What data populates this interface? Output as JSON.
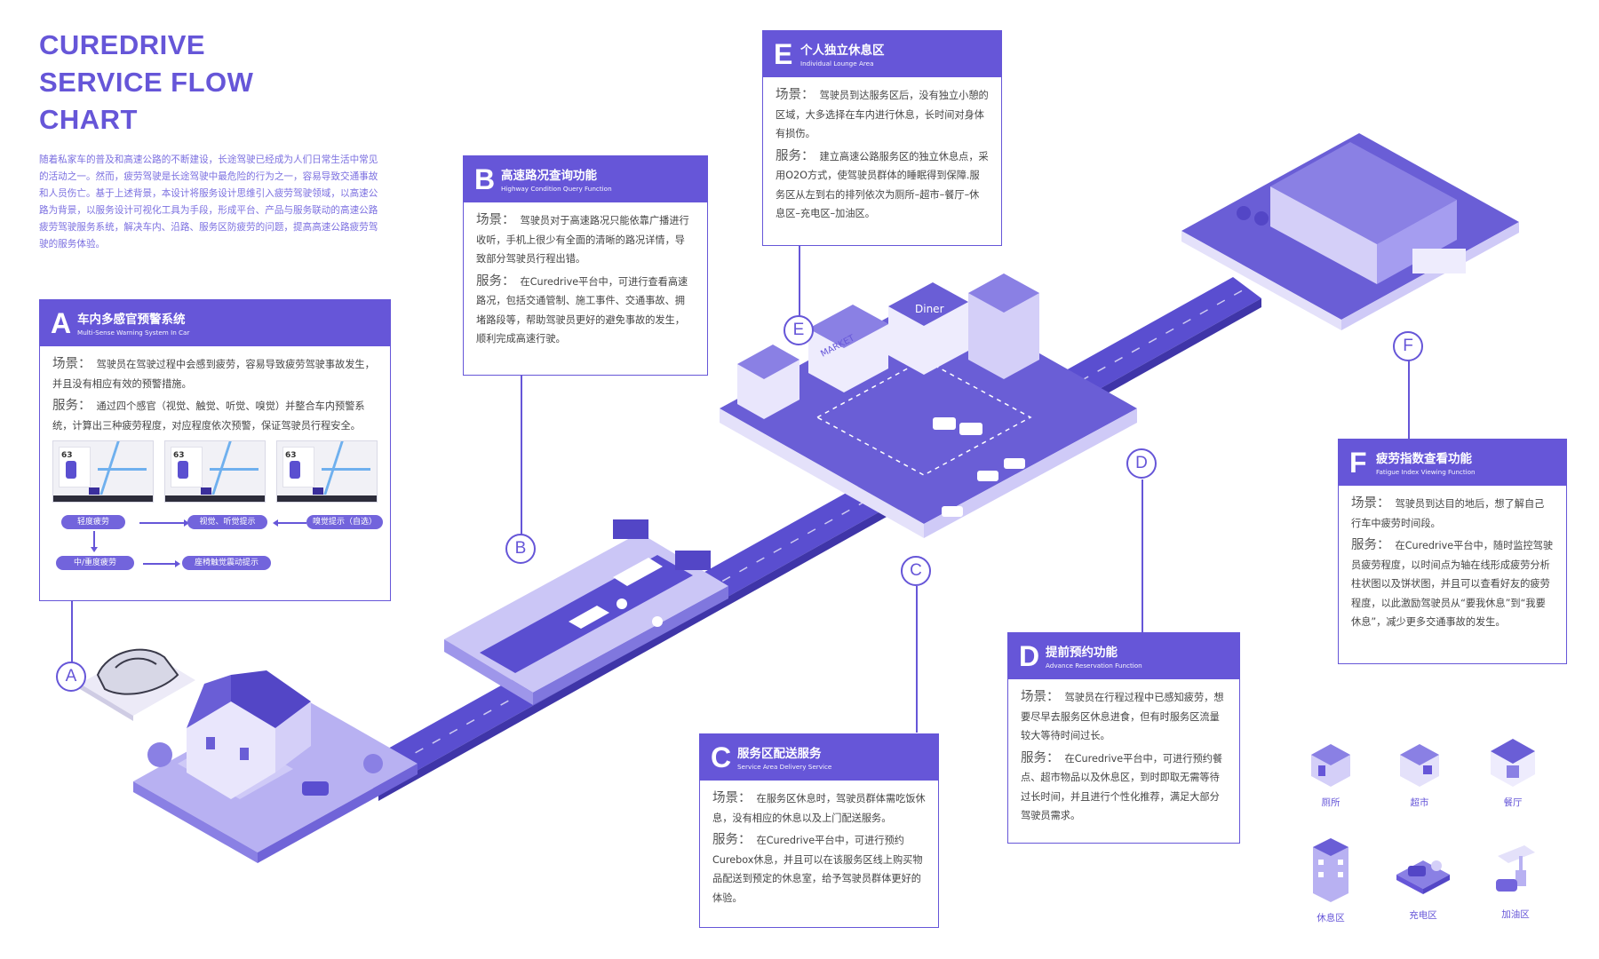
{
  "title_lines": [
    "CUREDRIVE",
    "SERVICE FLOW",
    "CHART"
  ],
  "intro": "随着私家车的普及和高速公路的不断建设，长途驾驶已经成为人们日常生活中常见的活动之一。然而，疲劳驾驶是长途驾驶中最危险的行为之一，容易导致交通事故和人员伤亡。基于上述背景，本设计将服务设计思维引入疲劳驾驶领域，以高速公路为背景，以服务设计可视化工具为手段，形成平台、产品与服务联动的高速公路疲劳驾驶服务系统，解决车内、沿路、服务区防疲劳的问题，提高高速公路疲劳驾驶的服务体验。",
  "labels": {
    "scene": "场景：",
    "service": "服务："
  },
  "cards": {
    "A": {
      "letter": "A",
      "title_cn": "车内多感官预警系统",
      "title_en": "Multi-Sense Warning System In Car",
      "scene": "驾驶员在驾驶过程中会感到疲劳，容易导致疲劳驾驶事故发生，并且没有相应有效的预警措施。",
      "service": "通过四个感官（视觉、触觉、听觉、嗅觉）并整合车内预警系统，计算出三种疲劳程度，对应程度依次预警，保证驾驶员行程安全。",
      "screen_values": [
        "63",
        "63",
        "63"
      ],
      "flow": {
        "light": "轻度疲劳",
        "visual": "视觉、听觉提示",
        "smell": "嗅觉提示（自选）",
        "medium": "中/重度疲劳",
        "seat": "座椅触觉震动提示"
      }
    },
    "B": {
      "letter": "B",
      "title_cn": "高速路况查询功能",
      "title_en": "Highway Condition Query Function",
      "scene": "驾驶员对于高速路况只能依靠广播进行收听，手机上很少有全面的清晰的路况详情，导致部分驾驶员行程出错。",
      "service": "在Curedrive平台中，可进行查看高速路况，包括交通管制、施工事件、交通事故、拥堵路段等，帮助驾驶员更好的避免事故的发生，顺利完成高速行驶。"
    },
    "C": {
      "letter": "C",
      "title_cn": "服务区配送服务",
      "title_en": "Service Area Delivery Service",
      "scene": "在服务区休息时，驾驶员群体需吃饭休息，没有相应的休息以及上门配送服务。",
      "service": "在Curedrive平台中，可进行预约Curebox休息，并且可以在该服务区线上购买物品配送到预定的休息室，给予驾驶员群体更好的体验。"
    },
    "D": {
      "letter": "D",
      "title_cn": "提前预约功能",
      "title_en": "Advance Reservation Function",
      "scene": "驾驶员在行程过程中已感知疲劳，想要尽早去服务区休息进食，但有时服务区流量较大等待时间过长。",
      "service": "在Curedrive平台中，可进行预约餐点、超市物品以及休息区，到时即取无需等待过长时间，并且进行个性化推荐，满足大部分驾驶员需求。"
    },
    "E": {
      "letter": "E",
      "title_cn": "个人独立休息区",
      "title_en": "Individual Lounge Area",
      "scene": "驾驶员到达服务区后，没有独立小憩的区域，大多选择在车内进行休息，长时间对身体有损伤。",
      "service": "建立高速公路服务区的独立休息点，采用O2O方式，使驾驶员群体的睡眠得到保障.服务区从左到右的排列依次为厕所–超市–餐厅–休息区–充电区–加油区。"
    },
    "F": {
      "letter": "F",
      "title_cn": "疲劳指数查看功能",
      "title_en": "Fatigue Index Viewing Function",
      "scene": "驾驶员到达目的地后，想了解自己行车中疲劳时间段。",
      "service": "在Curedrive平台中，随时监控驾驶员疲劳程度，以时间点为轴在线形成疲劳分析柱状图以及饼状图，并且可以查看好友的疲劳程度，以此激励驾驶员从“要我休息”到“我要休息”，减少更多交通事故的发生。"
    }
  },
  "markers": [
    "A",
    "B",
    "C",
    "D",
    "E",
    "F"
  ],
  "scene_signs": {
    "market": "MARKET",
    "diner": "Diner"
  },
  "legend": [
    "厕所",
    "超市",
    "餐厅",
    "休息区",
    "充电区",
    "加油区"
  ],
  "colors": {
    "primary": "#6656d8",
    "light": "#a59df0",
    "pale": "#e7e4fb"
  }
}
